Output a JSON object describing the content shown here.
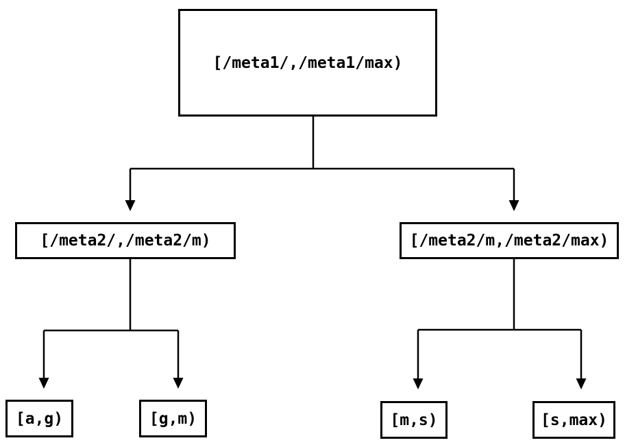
{
  "diagram": {
    "type": "tree",
    "background_color": "#ffffff",
    "line_color": "#000000",
    "text_color": "#000000",
    "nodes": [
      {
        "id": "root",
        "level": 0,
        "label": "[/meta1/,/meta1/max)"
      },
      {
        "id": "meta2-left",
        "level": 1,
        "label": "[/meta2/,/meta2/m)"
      },
      {
        "id": "meta2-right",
        "level": 1,
        "label": "[/meta2/m,/meta2/max)"
      },
      {
        "id": "leaf-ag",
        "level": 2,
        "label": "[a,g)"
      },
      {
        "id": "leaf-gm",
        "level": 2,
        "label": "[g,m)"
      },
      {
        "id": "leaf-ms",
        "level": 2,
        "label": "[m,s)"
      },
      {
        "id": "leaf-smax",
        "level": 2,
        "label": "[s,max)"
      }
    ],
    "edges": [
      {
        "from": "root",
        "to": "meta2-left"
      },
      {
        "from": "root",
        "to": "meta2-right"
      },
      {
        "from": "meta2-left",
        "to": "leaf-ag"
      },
      {
        "from": "meta2-left",
        "to": "leaf-gm"
      },
      {
        "from": "meta2-right",
        "to": "leaf-ms"
      },
      {
        "from": "meta2-right",
        "to": "leaf-smax"
      }
    ]
  }
}
